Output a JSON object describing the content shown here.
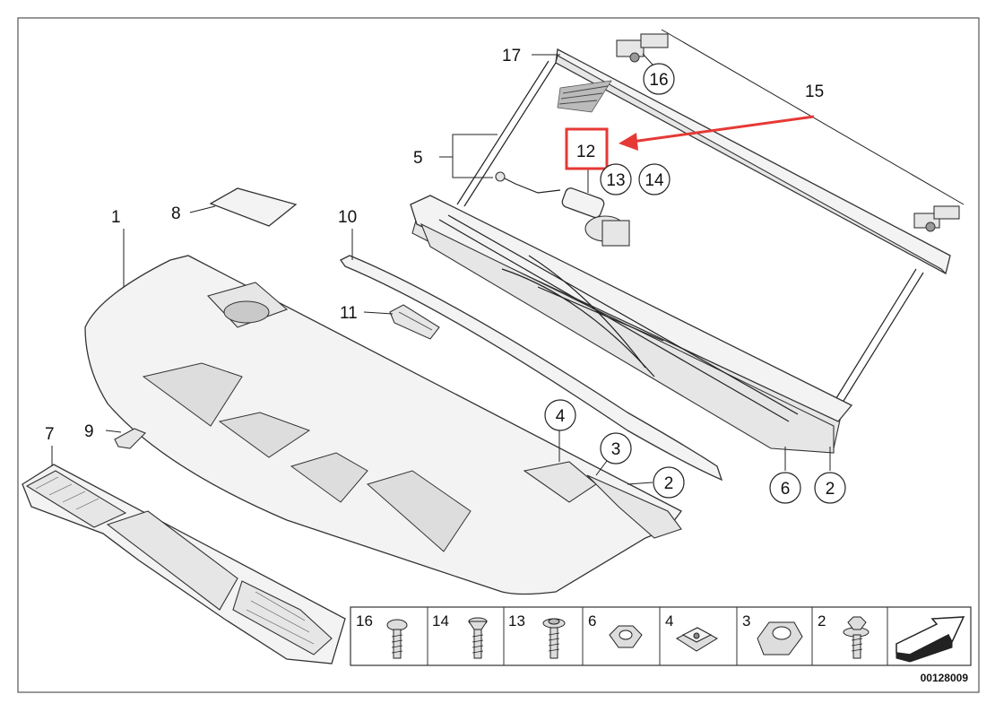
{
  "diagram": {
    "document_number": "00128009",
    "highlight_color": "#e53935",
    "callouts": [
      {
        "id": "1",
        "label": "1"
      },
      {
        "id": "2",
        "label": "2"
      },
      {
        "id": "2b",
        "label": "2"
      },
      {
        "id": "3",
        "label": "3"
      },
      {
        "id": "4",
        "label": "4"
      },
      {
        "id": "5",
        "label": "5"
      },
      {
        "id": "6",
        "label": "6"
      },
      {
        "id": "7",
        "label": "7"
      },
      {
        "id": "8",
        "label": "8"
      },
      {
        "id": "9",
        "label": "9"
      },
      {
        "id": "10",
        "label": "10"
      },
      {
        "id": "11",
        "label": "11"
      },
      {
        "id": "12",
        "label": "12"
      },
      {
        "id": "13",
        "label": "13"
      },
      {
        "id": "14",
        "label": "14"
      },
      {
        "id": "15",
        "label": "15"
      },
      {
        "id": "16",
        "label": "16"
      },
      {
        "id": "17",
        "label": "17"
      }
    ],
    "legend": [
      {
        "label": "16",
        "icon": "round-head-screw-icon"
      },
      {
        "label": "14",
        "icon": "countersunk-screw-icon"
      },
      {
        "label": "13",
        "icon": "washer-screw-icon"
      },
      {
        "label": "6",
        "icon": "hex-nut-icon"
      },
      {
        "label": "4",
        "icon": "clip-nut-icon"
      },
      {
        "label": "3",
        "icon": "expanding-nut-icon"
      },
      {
        "label": "2",
        "icon": "hex-bolt-icon"
      },
      {
        "label": "",
        "icon": "arrow-icon"
      }
    ]
  }
}
